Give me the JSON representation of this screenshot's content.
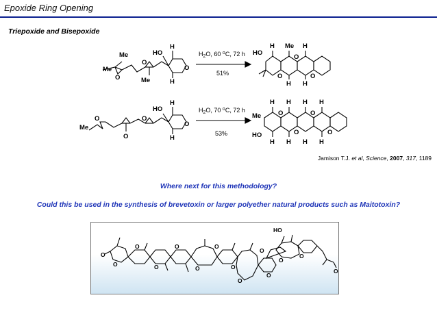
{
  "header": {
    "title": "Epoxide Ring Opening"
  },
  "section": {
    "heading": "Triepoxide and Bisepoxide"
  },
  "reactions": [
    {
      "conditions_prefix": "H",
      "conditions_sub": "2",
      "conditions_mid": "O, 60 ",
      "conditions_sup": "o",
      "conditions_suffix": "C, 72 h",
      "yield": "51%"
    },
    {
      "conditions_prefix": "H",
      "conditions_sub": "2",
      "conditions_mid": "O, 70 ",
      "conditions_sup": "o",
      "conditions_suffix": "C, 72 h",
      "yield": "53%"
    }
  ],
  "atom_labels": {
    "O": "O",
    "H": "H",
    "HO": "HO",
    "Me": "Me"
  },
  "citation": {
    "authors": "Jamison T.J.",
    "etal": "et al",
    "journal": "Science",
    "year": "2007",
    "volume": "317",
    "pages": "1189"
  },
  "questions": {
    "q1": "Where next for this methodology?",
    "q2": "Could this be used in the synthesis of brevetoxin or larger polyether natural products such as Maitotoxin?"
  },
  "colors": {
    "title_rule": "#0a1f8f",
    "question_text": "#1f35b8",
    "box_gradient_bottom": "#cfe4f2"
  }
}
